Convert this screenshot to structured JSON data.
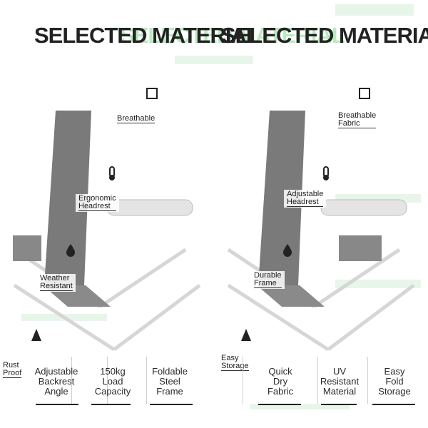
{
  "header": {
    "ghost_text": "SELECTED MATERIAL",
    "title_left": "SELECTED MATERIAL",
    "title_right": "SELECTED MATERIAL"
  },
  "colors": {
    "accent_green": "#7fdc8a",
    "frame": "#d9d9d9",
    "fabric": "#7a7a7a"
  },
  "callouts": {
    "left_top": "Breathable",
    "left_mid_1": "Ergonomic",
    "left_mid_2": "Headrest",
    "left_low_1": "Weather",
    "left_low_2": "Resistant",
    "left_bottom_1": "Rust",
    "left_bottom_2": "Proof",
    "right_top_1": "Breathable",
    "right_top_2": "Fabric",
    "right_mid_1": "Adjustable",
    "right_mid_2": "Headrest",
    "right_low_1": "Durable",
    "right_low_2": "Frame",
    "right_bottom_1": "Easy",
    "right_bottom_2": "Storage"
  },
  "specs": [
    {
      "line1": "Adjustable",
      "line2": "Backrest",
      "line3": "Angle"
    },
    {
      "line1": "150kg",
      "line2": "Load",
      "line3": "Capacity"
    },
    {
      "line1": "Foldable",
      "line2": "Steel",
      "line3": "Frame"
    },
    {
      "line1": "Quick",
      "line2": "Dry",
      "line3": "Fabric"
    },
    {
      "line1": "UV",
      "line2": "Resistant",
      "line3": "Material"
    },
    {
      "line1": "Easy",
      "line2": "Fold",
      "line3": "Storage"
    }
  ]
}
